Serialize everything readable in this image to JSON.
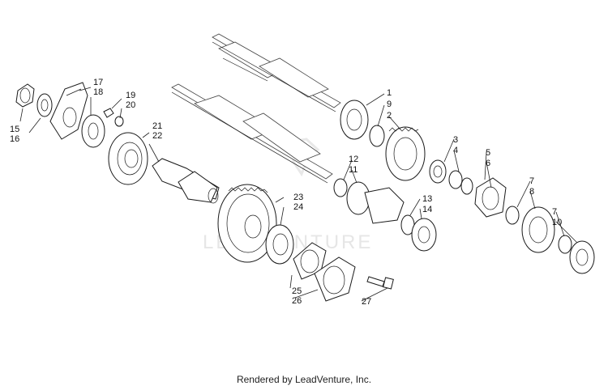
{
  "watermark": {
    "brand": "LEADVENTURE"
  },
  "footer": {
    "text": "Rendered by LeadVenture, Inc."
  },
  "callouts": {
    "c1": "1",
    "c9": "9",
    "c2": "2",
    "c3": "3",
    "c4": "4",
    "c5": "5",
    "c6": "6",
    "c7a": "7",
    "c8": "8",
    "c7b": "7",
    "c10": "10",
    "c12": "12",
    "c11": "11",
    "c13": "13",
    "c14": "14",
    "c15": "15",
    "c16": "16",
    "c17": "17",
    "c18": "18",
    "c19": "19",
    "c20": "20",
    "c21": "21",
    "c22": "22",
    "c23": "23",
    "c24": "24",
    "c25": "25",
    "c26": "26",
    "c27": "27"
  }
}
